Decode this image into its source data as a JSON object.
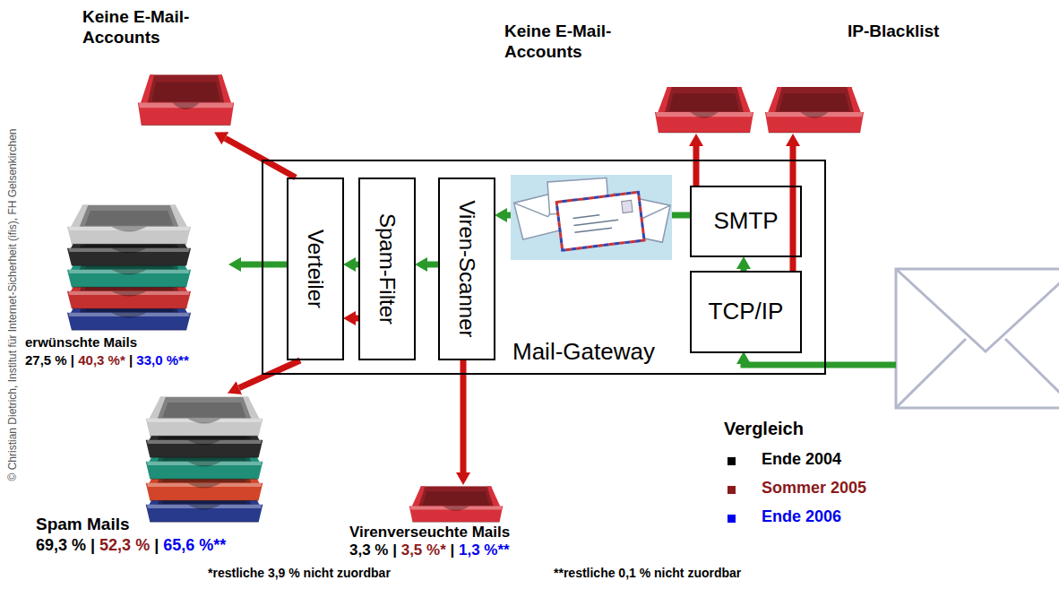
{
  "diagram": {
    "nodes": [
      {
        "text": [
          "Mail-Gateway"
        ]
      },
      {
        "text": [
          "Verteiler"
        ],
        "in": 0
      },
      {
        "text": [
          "Spam-Filter"
        ],
        "in": 0
      },
      {
        "text": [
          "Viren-Scanner"
        ],
        "in": 0
      },
      {
        "text": [
          "SMTP"
        ],
        "in": 0
      },
      {
        "text": [
          "TCP/IP"
        ],
        "in": 0
      },
      {
        "text": [
          "Keine E-Mail-Accounts"
        ]
      },
      {
        "text": [
          "Keine E-Mail-Accounts"
        ]
      },
      {
        "text": [
          "IP-Blacklist"
        ]
      },
      {
        "text": [
          "erwünschte Mails",
          "27,5 % | 40,3 %* | 33,0 %**"
        ]
      },
      {
        "text": [
          "Spam Mails",
          "69,3 % | 52,3 % | 65,6 %**"
        ]
      },
      {
        "text": [
          "Virenverseuchte Mails",
          "3,3 % | 3,5 %* | 1,3 %**"
        ]
      }
    ],
    "edges": [
      {
        "from": 5,
        "to": 4,
        "arrow": "to"
      },
      {
        "from": 5,
        "to": 8,
        "arrow": "to"
      },
      {
        "from": 4,
        "to": 7,
        "arrow": "to"
      },
      {
        "from": 4,
        "to": 3,
        "arrow": "to"
      },
      {
        "from": 3,
        "to": 2,
        "arrow": "to"
      },
      {
        "from": 3,
        "to": 11,
        "arrow": "to"
      },
      {
        "from": 2,
        "to": 1,
        "arrow": "to"
      },
      {
        "from": 2,
        "to": 1,
        "arrow": "to"
      },
      {
        "from": 1,
        "to": 9,
        "arrow": "to"
      },
      {
        "from": 1,
        "to": 6,
        "arrow": "to"
      },
      {
        "from": 1,
        "to": 10,
        "arrow": "to"
      }
    ],
    "labels": [
      "Vergleich",
      "*restliche 3,9 % nicht zuordbar",
      "**restliche 0,1 % nicht zuordbar",
      "© Christian Dietrich, Institut für Internet-Sicherheit (ifis), FH Gelsenkirchen"
    ],
    "legend": [
      {
        "text": "Ende 2004",
        "color": "#000000"
      },
      {
        "text": "Sommer 2005",
        "color": "#8b1a1a"
      },
      {
        "text": "Ende 2006",
        "color": "#0000ee"
      }
    ]
  }
}
